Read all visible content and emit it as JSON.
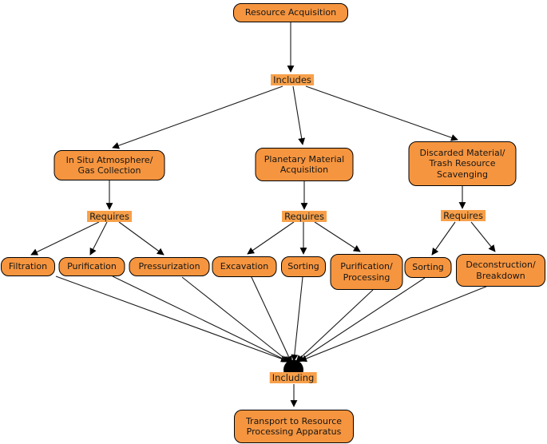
{
  "nodes": {
    "resource_acquisition": {
      "label": "Resource Acquisition"
    },
    "in_situ": {
      "lines": [
        "In Situ Atmosphere/",
        "Gas Collection"
      ]
    },
    "planetary": {
      "lines": [
        "Planetary Material",
        "Acquisition"
      ]
    },
    "discarded": {
      "lines": [
        "Discarded Material/",
        "Trash Resource",
        "Scavenging"
      ]
    },
    "filtration": {
      "label": "Filtration"
    },
    "purification": {
      "label": "Purification"
    },
    "pressurization": {
      "label": "Pressurization"
    },
    "excavation": {
      "label": "Excavation"
    },
    "sorting_middle": {
      "label": "Sorting"
    },
    "purification_processing": {
      "lines": [
        "Purification/",
        "Processing"
      ]
    },
    "sorting_right": {
      "label": "Sorting"
    },
    "deconstruction": {
      "lines": [
        "Deconstruction/",
        "Breakdown"
      ]
    },
    "transport": {
      "lines": [
        "Transport to Resource",
        "Processing Apparatus"
      ]
    }
  },
  "connectors": {
    "includes": "Includes",
    "requires_left": "Requires",
    "requires_middle": "Requires",
    "requires_right": "Requires",
    "including": "Including"
  },
  "colors": {
    "node_fill": "#F6953F",
    "link_label_fill": "#F8A049",
    "node_border": "#000000",
    "edge_line": "#1a1a1a",
    "text": "#161616",
    "background": "#FFFFFF"
  }
}
